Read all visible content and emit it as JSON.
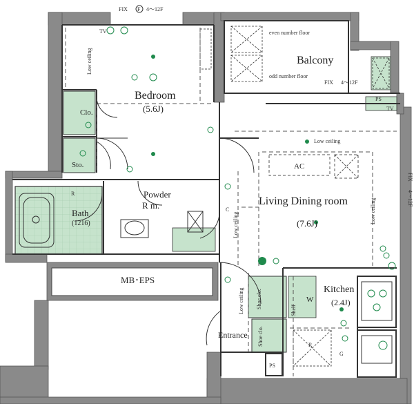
{
  "rooms": {
    "bedroom": {
      "name": "Bedroom",
      "size": "(5.6J)"
    },
    "living": {
      "name": "Living Dining room",
      "size": "(7.6J)"
    },
    "kitchen": {
      "name": "Kitchen",
      "size": "(2.4J)"
    },
    "bath": {
      "name": "Bath",
      "size": "(1216)"
    },
    "powder_line1": "Powder",
    "powder_line2": "R m.",
    "balcony": "Balcony",
    "entrance": "Entrance",
    "mb_eps": "MB･EPS",
    "closet": "Clo.",
    "storage": "Sto.",
    "shoe_closet": "Shoe clo."
  },
  "labels": {
    "fix_top": "FIX",
    "floors_top": "4～12F",
    "fix_right": "FIX",
    "floors_right": "4～12F",
    "f_mark": "F",
    "even_floor": "even number floor",
    "odd_floor": "odd number floor",
    "low_ceiling": "Low ceiling",
    "ac": "AC",
    "ps": "PS",
    "shelf": "Shelf",
    "w": "W",
    "r": "R",
    "g": "G",
    "tv": "TV",
    "c": "C"
  },
  "colors": {
    "wall": "#8a8a8a",
    "wall_dark": "#555555",
    "wet_area": "#c6e3cc",
    "fixture": "#1f8a4c",
    "dash": "#555555"
  }
}
